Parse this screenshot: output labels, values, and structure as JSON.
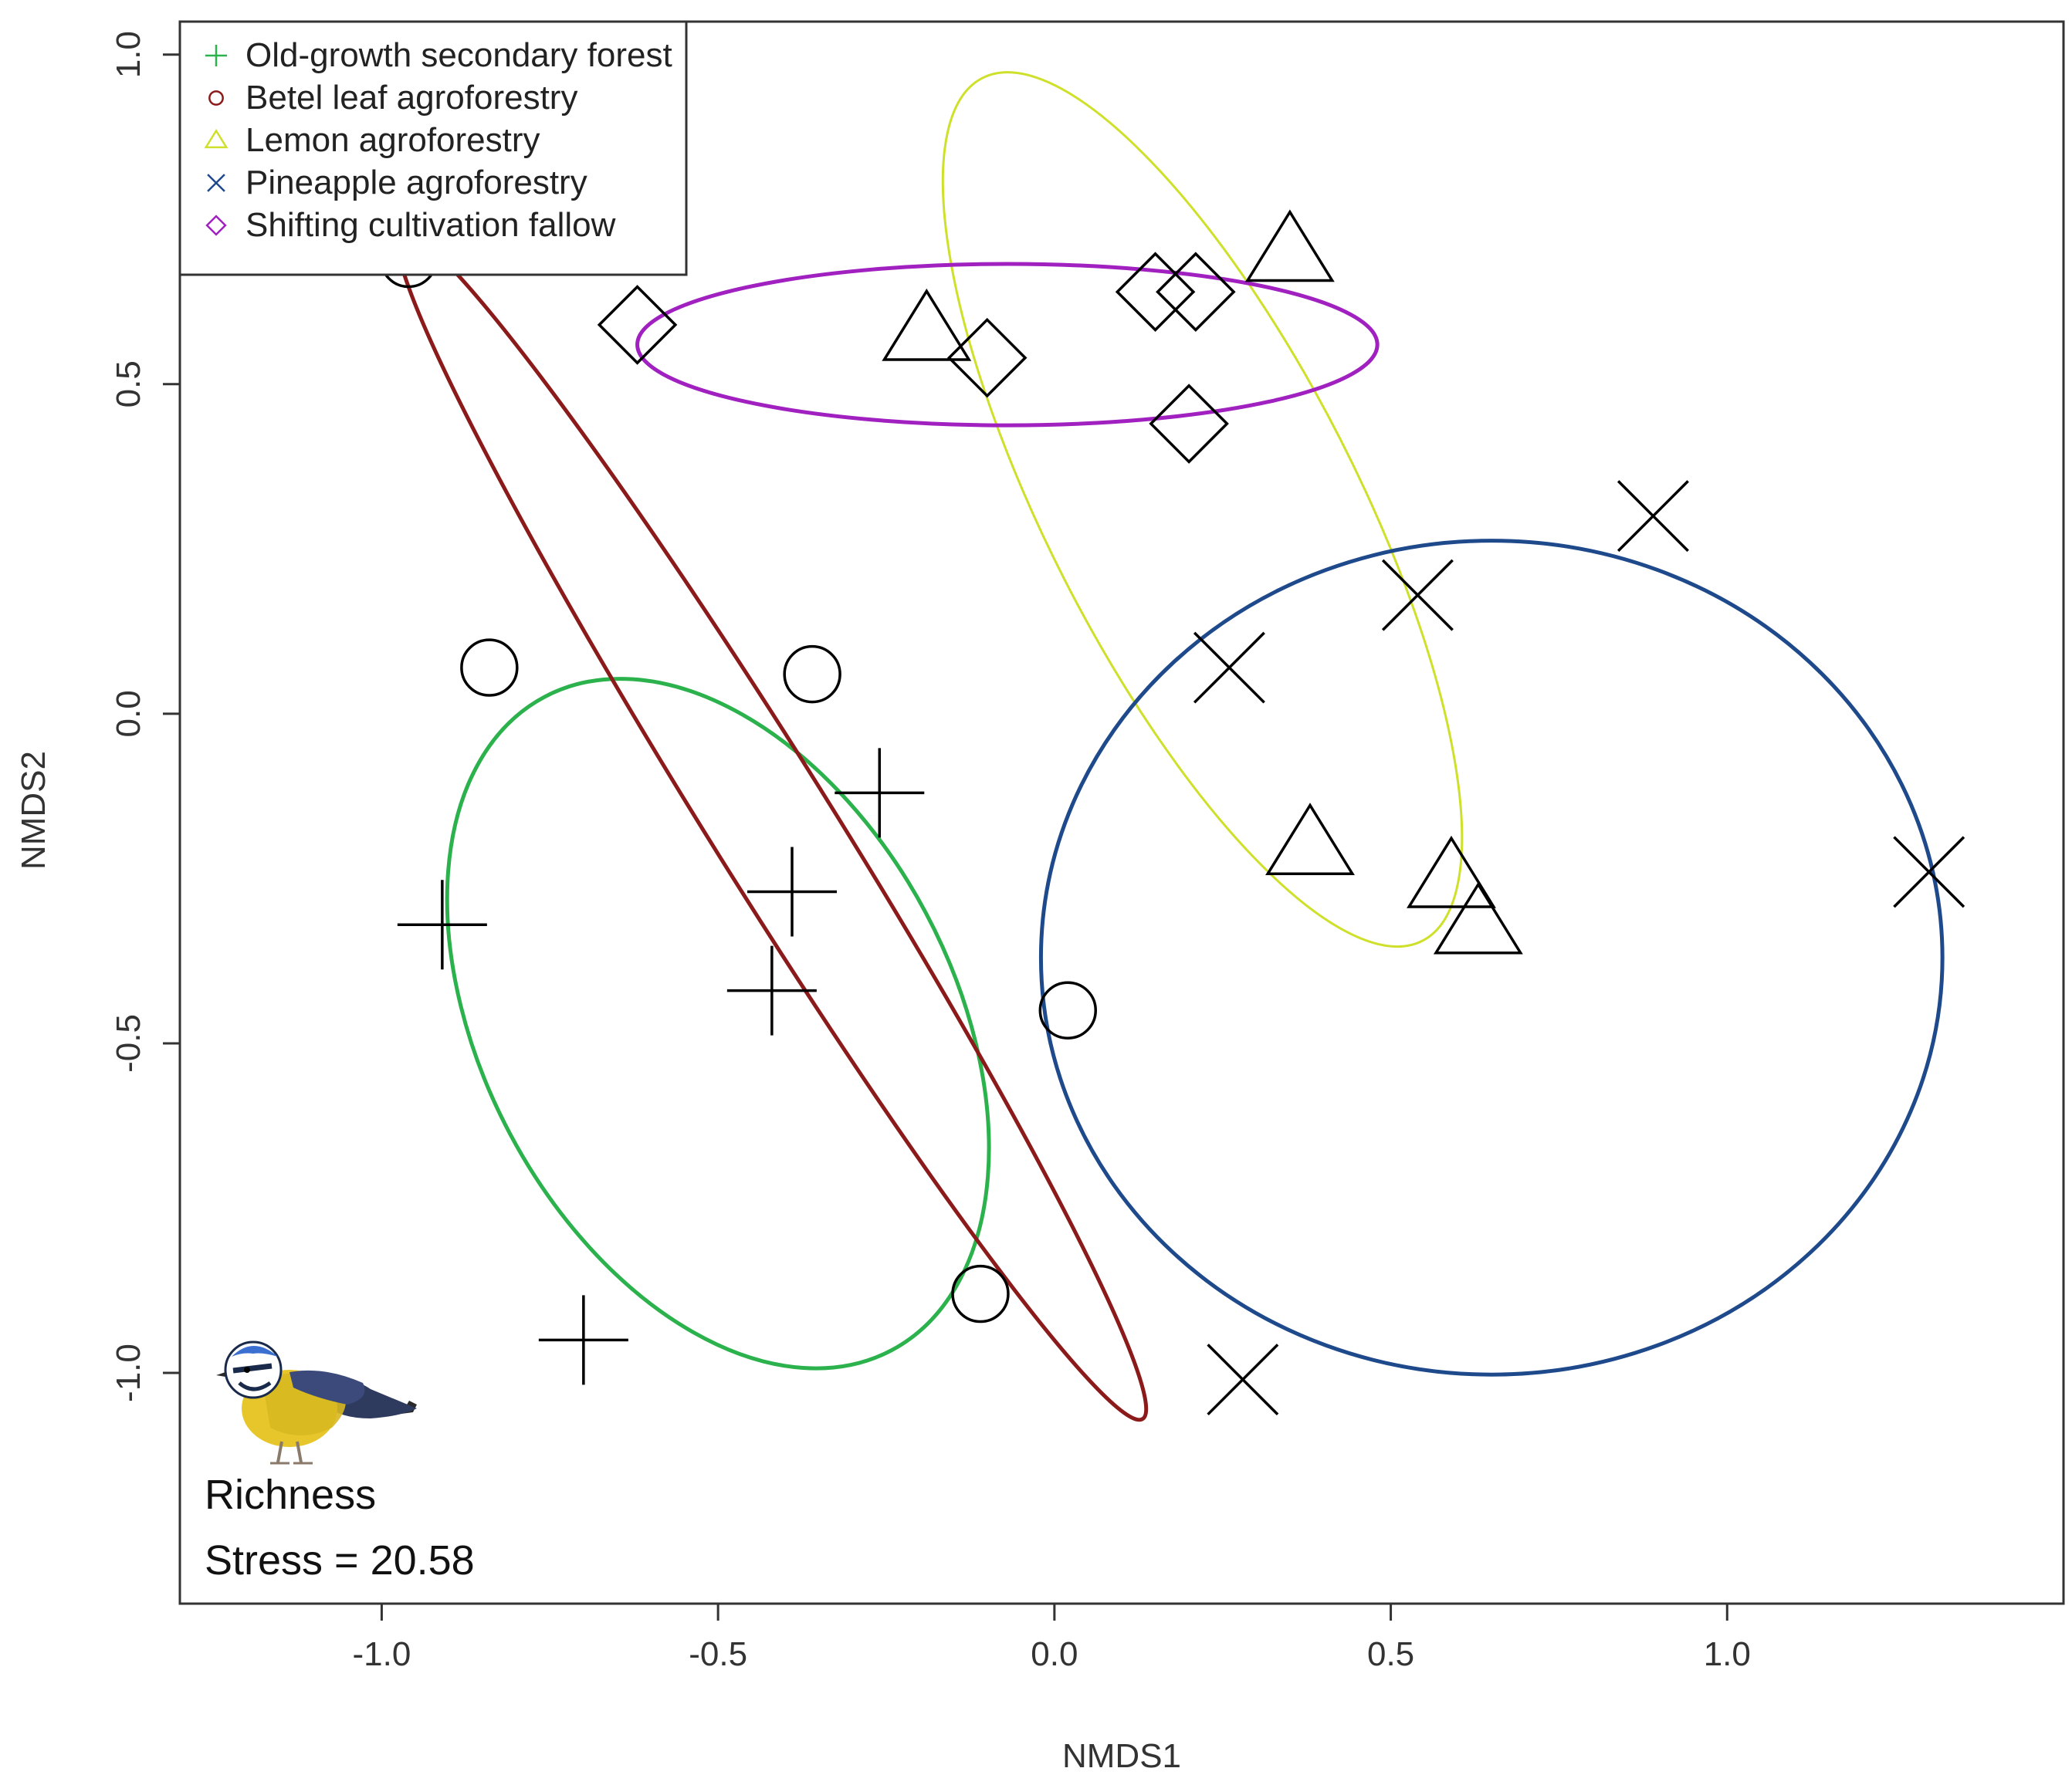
{
  "chart_data": {
    "type": "scatter",
    "xlabel": "NMDS1",
    "ylabel": "NMDS2",
    "xlim": [
      -1.3,
      1.5
    ],
    "ylim": [
      -1.35,
      1.05
    ],
    "x_ticks": [
      -1.0,
      -0.5,
      0.0,
      0.5,
      1.0
    ],
    "y_ticks": [
      -1.0,
      -0.5,
      0.0,
      0.5,
      1.0
    ],
    "x_tick_labels": [
      "-1.0",
      "-0.5",
      "0.0",
      "0.5",
      "1.0"
    ],
    "y_tick_labels": [
      "-1.0",
      "-0.5",
      "0.0",
      "0.5",
      "1.0"
    ],
    "grid": false,
    "legend_position": "top-left",
    "annotations": [
      "Richness",
      "Stress = 20.58"
    ],
    "series": [
      {
        "name": "Old-growth secondary forest",
        "marker": "plus",
        "color": "#2bb24c",
        "ellipse": {
          "cx": -0.5,
          "cy": -0.47,
          "rx": 0.35,
          "ry": 0.55,
          "angle": 28
        },
        "points": [
          [
            -0.91,
            -0.32
          ],
          [
            -0.26,
            -0.12
          ],
          [
            -0.39,
            -0.27
          ],
          [
            -0.42,
            -0.42
          ],
          [
            -0.7,
            -0.95
          ]
        ]
      },
      {
        "name": "Betel leaf agroforestry",
        "marker": "circle",
        "color": "#8b1a1a",
        "ellipse": {
          "cx": -0.42,
          "cy": -0.17,
          "rx": 1.04,
          "ry": 0.09,
          "angle": -58
        },
        "points": [
          [
            -0.96,
            0.69
          ],
          [
            -0.84,
            0.07
          ],
          [
            -0.36,
            0.06
          ],
          [
            0.02,
            -0.45
          ],
          [
            -0.11,
            -0.88
          ]
        ]
      },
      {
        "name": "Lemon  agroforestry",
        "marker": "triangle",
        "color": "#cfe02a",
        "ellipse": {
          "cx": 0.22,
          "cy": 0.31,
          "rx": 0.72,
          "ry": 0.23,
          "angle": -63
        },
        "points": [
          [
            0.35,
            0.7
          ],
          [
            -0.19,
            0.58
          ],
          [
            0.38,
            -0.2
          ],
          [
            0.59,
            -0.25
          ],
          [
            0.63,
            -0.32
          ]
        ]
      },
      {
        "name": "Pineapple agroforestry",
        "marker": "x",
        "color": "#1e4a8c",
        "ellipse": {
          "cx": 0.65,
          "cy": -0.37,
          "rx": 0.67,
          "ry": 0.62,
          "angle": 0
        },
        "points": [
          [
            0.89,
            0.3
          ],
          [
            0.54,
            0.18
          ],
          [
            0.26,
            0.07
          ],
          [
            1.3,
            -0.24
          ],
          [
            0.28,
            -1.01
          ]
        ]
      },
      {
        "name": "Shifting  cultivation fallow",
        "marker": "diamond",
        "color": "#a020c0",
        "ellipse": {
          "cx": -0.07,
          "cy": 0.56,
          "rx": 0.55,
          "ry": 0.12,
          "angle": 0
        },
        "points": [
          [
            -0.62,
            0.59
          ],
          [
            -0.1,
            0.54
          ],
          [
            0.15,
            0.64
          ],
          [
            0.21,
            0.64
          ],
          [
            0.2,
            0.44
          ]
        ]
      }
    ]
  },
  "colors": {
    "frame": "#333333",
    "marker_stroke": "#000000"
  },
  "icons": {
    "bird": "bird-illustration"
  }
}
